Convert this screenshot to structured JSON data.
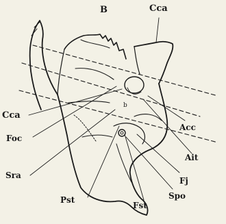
{
  "figure": {
    "letter": "B",
    "labels": {
      "cca_top": "Cca",
      "cca_left": "Cca",
      "foc": "Foc",
      "sra": "Sra",
      "pst": "Pst",
      "fst": "Fst",
      "spo": "Spo",
      "fj": "Fj",
      "ait": "Ait",
      "acc": "Acc",
      "b_small": "b"
    }
  }
}
